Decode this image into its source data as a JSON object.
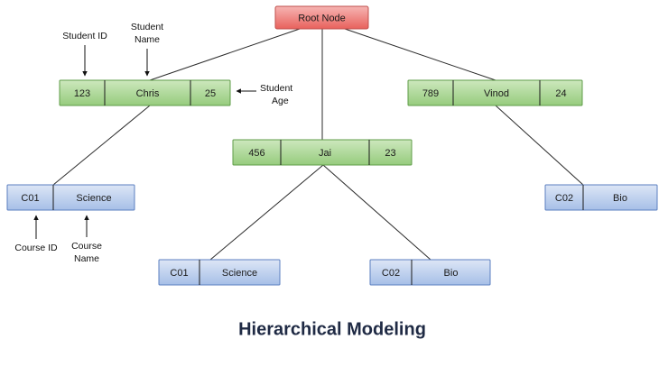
{
  "title": "Hierarchical Modeling",
  "palette": {
    "root_fill_top": "#f6b5b3",
    "root_fill_bottom": "#e8615c",
    "root_stroke": "#c0504d",
    "student_fill_top": "#cde8bd",
    "student_fill_bottom": "#96cc7d",
    "student_stroke": "#5f9c48",
    "course_fill_top": "#dde6f6",
    "course_fill_bottom": "#a6bfe7",
    "course_stroke": "#5b7fc0",
    "edge_color": "#2b2b2b",
    "title_color": "#1f2a44",
    "background": "#ffffff"
  },
  "root": {
    "label": "Root Node"
  },
  "students": [
    {
      "id": "123",
      "name": "Chris",
      "age": "25"
    },
    {
      "id": "456",
      "name": "Jai",
      "age": "23"
    },
    {
      "id": "789",
      "name": "Vinod",
      "age": "24"
    }
  ],
  "courses": [
    {
      "code": "C01",
      "name": "Science"
    },
    {
      "code": "C01",
      "name": "Science"
    },
    {
      "code": "C02",
      "name": "Bio"
    },
    {
      "code": "C02",
      "name": "Bio"
    }
  ],
  "annotations": {
    "student_id": "Student ID",
    "student_name_line1": "Student",
    "student_name_line2": "Name",
    "student_age_line1": "Student",
    "student_age_line2": "Age",
    "course_id": "Course ID",
    "course_name_line1": "Course",
    "course_name_line2": "Name"
  }
}
